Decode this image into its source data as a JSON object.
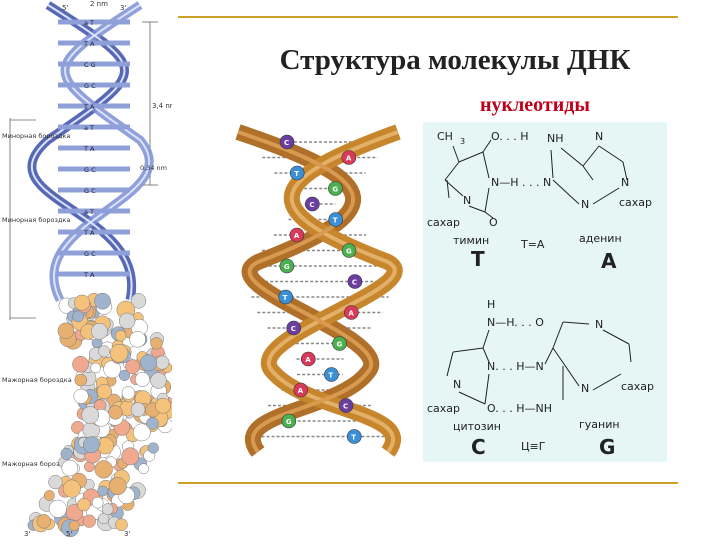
{
  "title": "Структура молекулы ДНК",
  "subtitle": "нуклеотиды",
  "left_diagram": {
    "top_labels": [
      "5'",
      "2 nm",
      "3'"
    ],
    "pair_labels": [
      "a T",
      "T A",
      "C G",
      "G C",
      "T A",
      "a T",
      "T A",
      "G C",
      "G C",
      "a T",
      "T A",
      "G C",
      "T A"
    ],
    "side_labels": {
      "pitch": "3,4 nm",
      "minor_groove_1": "Минорная бороздка",
      "rise": "0,34 nm",
      "minor_groove_2": "Минорная бороздка",
      "major_groove_1": "Мажорная бороздка",
      "major_groove_2": "Мажорная бороздка"
    },
    "bottom_labels": [
      "3'",
      "5'",
      "3'"
    ]
  },
  "center_helix": {
    "base_letters": [
      "C",
      "A",
      "T",
      "G",
      "C",
      "T",
      "A",
      "G",
      "G",
      "C",
      "T",
      "A",
      "C",
      "G",
      "A",
      "T",
      "A",
      "C",
      "G",
      "T"
    ]
  },
  "structures": {
    "top": {
      "left_molecule_name": "тимин",
      "left_letter": "T",
      "pair_rule": "T=A",
      "right_molecule_name": "аденин",
      "right_letter": "A",
      "labels": {
        "ch3": "CH",
        "ch3_sub": "3",
        "o_hbond": "O. . . H",
        "nh": "NH",
        "n_top": "N",
        "n_hbond": "N—H . . . N",
        "n_right": "N",
        "n_left": "N",
        "n_ring": "N",
        "sugar_left": "сахар",
        "sugar_right": "сахар",
        "o_bottom": "O"
      }
    },
    "bottom": {
      "left_molecule_name": "цитозин",
      "left_letter": "C",
      "pair_rule": "Ц≡Г",
      "right_molecule_name": "гуанин",
      "right_letter": "G",
      "labels": {
        "h_top": "H",
        "nh_o": "N—H. . . O",
        "n_top": "N",
        "n_hbond": "N. . . H—N",
        "n_left": "N",
        "n_ring": "N",
        "sugar_left": "сахар",
        "sugar_right": "сахар",
        "o_hbond": "O. . . H—NH"
      }
    }
  },
  "colors": {
    "rule": "#c9a227",
    "title": "#222222",
    "subtitle": "#c0001a",
    "right_bg": "#e5f6f4",
    "helix": "#c8862c",
    "left_helix": "#3a4fa8"
  }
}
